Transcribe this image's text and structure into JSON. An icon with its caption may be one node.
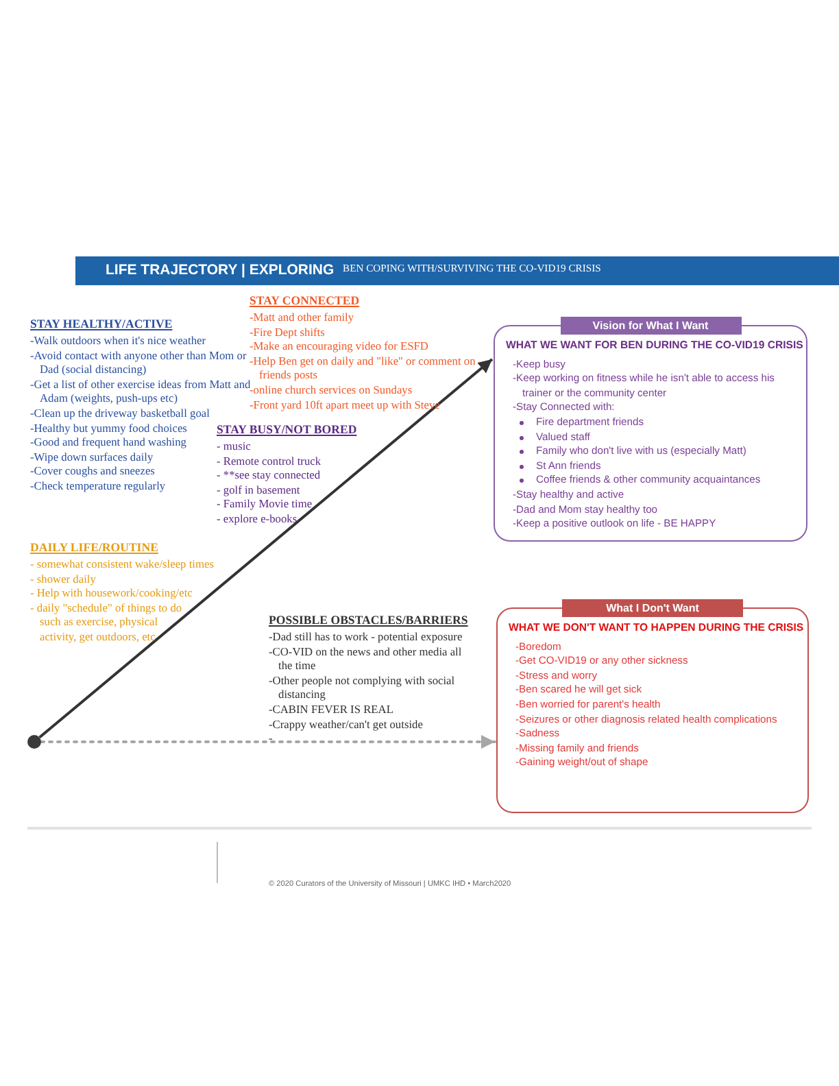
{
  "diagram": {
    "title": "LIFE TRAJECTORY | EXPLORING",
    "nodes": [
      {
        "text": [],
        "shape": "circle"
      },
      {
        "text": [
          "Vision for What I Want",
          "WHAT WE WANT FOR BEN DURING THE CO-VID19 CRISIS",
          "-Keep busy",
          "-Keep working on fitness while he isn't able to access his trainer or the community center",
          "-Stay Connected with:",
          "Fire department friends",
          "Valued staff",
          "Family who don't live with us (especially Matt)",
          "St Ann friends",
          "Coffee friends & other community acquaintances",
          "-Stay healthy and active",
          "-Dad and Mom stay healthy too",
          "-Keep a positive outlook on life - BE HAPPY"
        ]
      },
      {
        "text": [
          "What I Don't Want",
          "WHAT WE DON'T WANT TO HAPPEN DURING THE CRISIS",
          "-Boredom",
          "-Get CO-VID19 or any other sickness",
          "-Stress and worry",
          "-Ben scared he will get sick",
          "-Ben worried for parent's health",
          "-Seizures or other diagnosis related health complications",
          "-Sadness",
          "-Missing family and friends",
          "-Gaining weight/out of shape"
        ]
      }
    ],
    "edges": [
      {
        "from": 0,
        "to": 1,
        "arrow": "to"
      },
      {
        "from": 0,
        "to": 2,
        "arrow": "to",
        "style": "dashed",
        "color": "#a6a6a6"
      }
    ],
    "labels": [
      "BEN COPING WITH/SURVIVING THE CO-VID19 CRISIS",
      "STAY CONNECTED",
      "-Matt and other family",
      "-Fire Dept shifts",
      "-Make an encouraging video for ESFD",
      "-Help Ben get on daily and \"like\" or comment on friends posts",
      "-online church services on Sundays",
      "-Front yard 10ft apart meet up with Steve",
      "STAY HEALTHY/ACTIVE",
      "-Walk outdoors when it's nice weather",
      "-Avoid contact with anyone other than Mom or Dad (social distancing)",
      "-Get a list of other exercise ideas from Matt and Adam (weights, push-ups etc)",
      "-Clean up the driveway basketball goal",
      "-Healthy but yummy food choices",
      "-Good and frequent hand washing",
      "-Wipe down surfaces daily",
      "-Cover coughs and sneezes",
      "-Check temperature regularly",
      "STAY BUSY/NOT BORED",
      "- music",
      "- Remote control truck",
      "- **see stay connected",
      "- golf in basement",
      "- Family Movie time",
      "- explore e-books",
      "DAILY LIFE/ROUTINE",
      "- somewhat consistent wake/sleep times",
      "- shower daily",
      "- Help with housework/cooking/etc",
      "- daily \"schedule\" of things to do such as exercise, physical activity, get outdoors, etc",
      "POSSIBLE OBSTACLES/BARRIERS",
      "-Dad still has to work - potential exposure",
      "-CO-VID on the news and other media all the time",
      "-Other people not complying with social distancing",
      "-CABIN FEVER IS REAL",
      "-Crappy weather/can't get outside",
      "-",
      "© 2020 Curators of the University of Missouri | UMKC IHD • March2020"
    ]
  }
}
